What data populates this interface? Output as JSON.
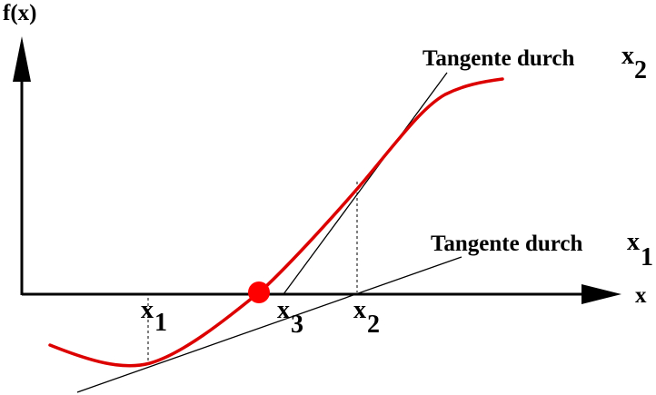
{
  "diagram": {
    "y_axis_label": "f(x)",
    "x_axis_label": "x",
    "tangent_x2": {
      "text": "Tangente durch",
      "var": "x",
      "sub": "2"
    },
    "tangent_x1": {
      "text": "Tangente durch",
      "var": "x",
      "sub": "1"
    },
    "marks": {
      "x1": {
        "var": "x",
        "sub": "1"
      },
      "x3": {
        "var": "x",
        "sub": "3"
      },
      "x2": {
        "var": "x",
        "sub": "2"
      }
    },
    "colors": {
      "curve": "#dd0000",
      "root_point": "#ff0000",
      "axes": "#000000",
      "tangents": "#000000"
    }
  }
}
